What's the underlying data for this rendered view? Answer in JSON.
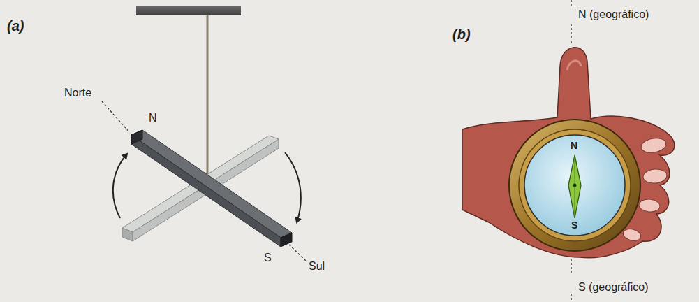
{
  "diagram": {
    "labels": [
      "(a)",
      "Norte",
      "N",
      "S",
      "Sul",
      "(b)",
      "N (geográfico)",
      "N",
      "S",
      "S (geográfico)"
    ]
  }
}
